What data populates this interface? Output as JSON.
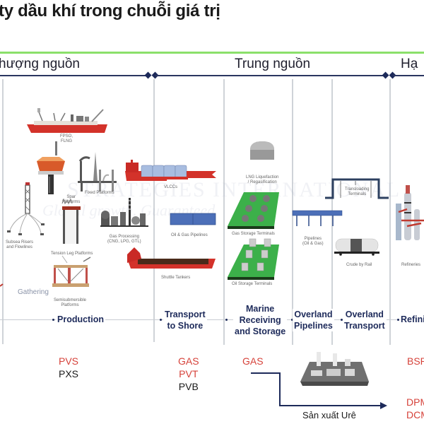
{
  "title": "ty dầu khí trong chuỗi giá trị",
  "segments": [
    {
      "label": "hượng nguồn"
    },
    {
      "label": "Trung nguồn"
    },
    {
      "label": "Hạ"
    }
  ],
  "watermark": {
    "line1": "STRATEGIES INTERNATIONAL",
    "line2": "Global growth. Guaranteed"
  },
  "stages": [
    {
      "label": "Gathering"
    },
    {
      "label": "Production"
    },
    {
      "label": "Transport to Shore",
      "lines": [
        "Transport",
        "to Shore"
      ]
    },
    {
      "label": "Marine Receiving and Storage",
      "lines": [
        "Marine",
        "Receiving",
        "and Storage"
      ]
    },
    {
      "label": "Overland Pipelines",
      "lines": [
        "Overland",
        "Pipelines"
      ]
    },
    {
      "label": "Overland Transport",
      "lines": [
        "Overland",
        "Transport"
      ]
    },
    {
      "label": "Refining",
      "lines": [
        "Refinin"
      ]
    }
  ],
  "facilities": {
    "fpso": [
      "FPSO,",
      "FLNG"
    ],
    "spar": [
      "Spar",
      "Platforms"
    ],
    "fixed": "Fixed Platforms",
    "subsea": [
      "Subsea Risers",
      "and Flowlines"
    ],
    "tension_leg": "Tension Leg Platforms",
    "semisub": [
      "Semisubmersible",
      "Platforms"
    ],
    "gas_processing": [
      "Gas Processing",
      "(CNG, LPG, GTL)"
    ],
    "vlcc": "VLCCs",
    "pipelines_oil_gas": "Oil & Gas Pipelines",
    "shuttle": "Shuttle Tankers",
    "lng": [
      "LNG Liquefaction",
      "/ Regasification"
    ],
    "gas_storage": "Gas Storage Terminals",
    "oil_storage": "Oil Storage Terminals",
    "overland_pipes": [
      "Pipelines",
      "(Oil & Gas)"
    ],
    "transloading": [
      "Transloading",
      "Terminals"
    ],
    "crude_rail": "Crude by Rail",
    "refineries": "Refineries"
  },
  "companies": {
    "production": [
      {
        "name": "PVS",
        "color": "#d6423a"
      },
      {
        "name": "PXS",
        "color": "#1a1a1a"
      }
    ],
    "transport": [
      {
        "name": "GAS",
        "color": "#d6423a"
      },
      {
        "name": "PVT",
        "color": "#d6423a"
      },
      {
        "name": "PVB",
        "color": "#1a1a1a"
      }
    ],
    "marine": [
      {
        "name": "GAS",
        "color": "#d6423a"
      }
    ],
    "refining": [
      {
        "name": "BSR",
        "color": "#d6423a"
      }
    ],
    "urea": [
      {
        "name": "DPM",
        "color": "#d6423a"
      },
      {
        "name": "DCM",
        "color": "#d6423a"
      }
    ]
  },
  "urea_label": "Sản xuất Urê",
  "colors": {
    "accent_green": "#8be06a",
    "navy": "#1d2a5a",
    "red": "#d6423a"
  }
}
